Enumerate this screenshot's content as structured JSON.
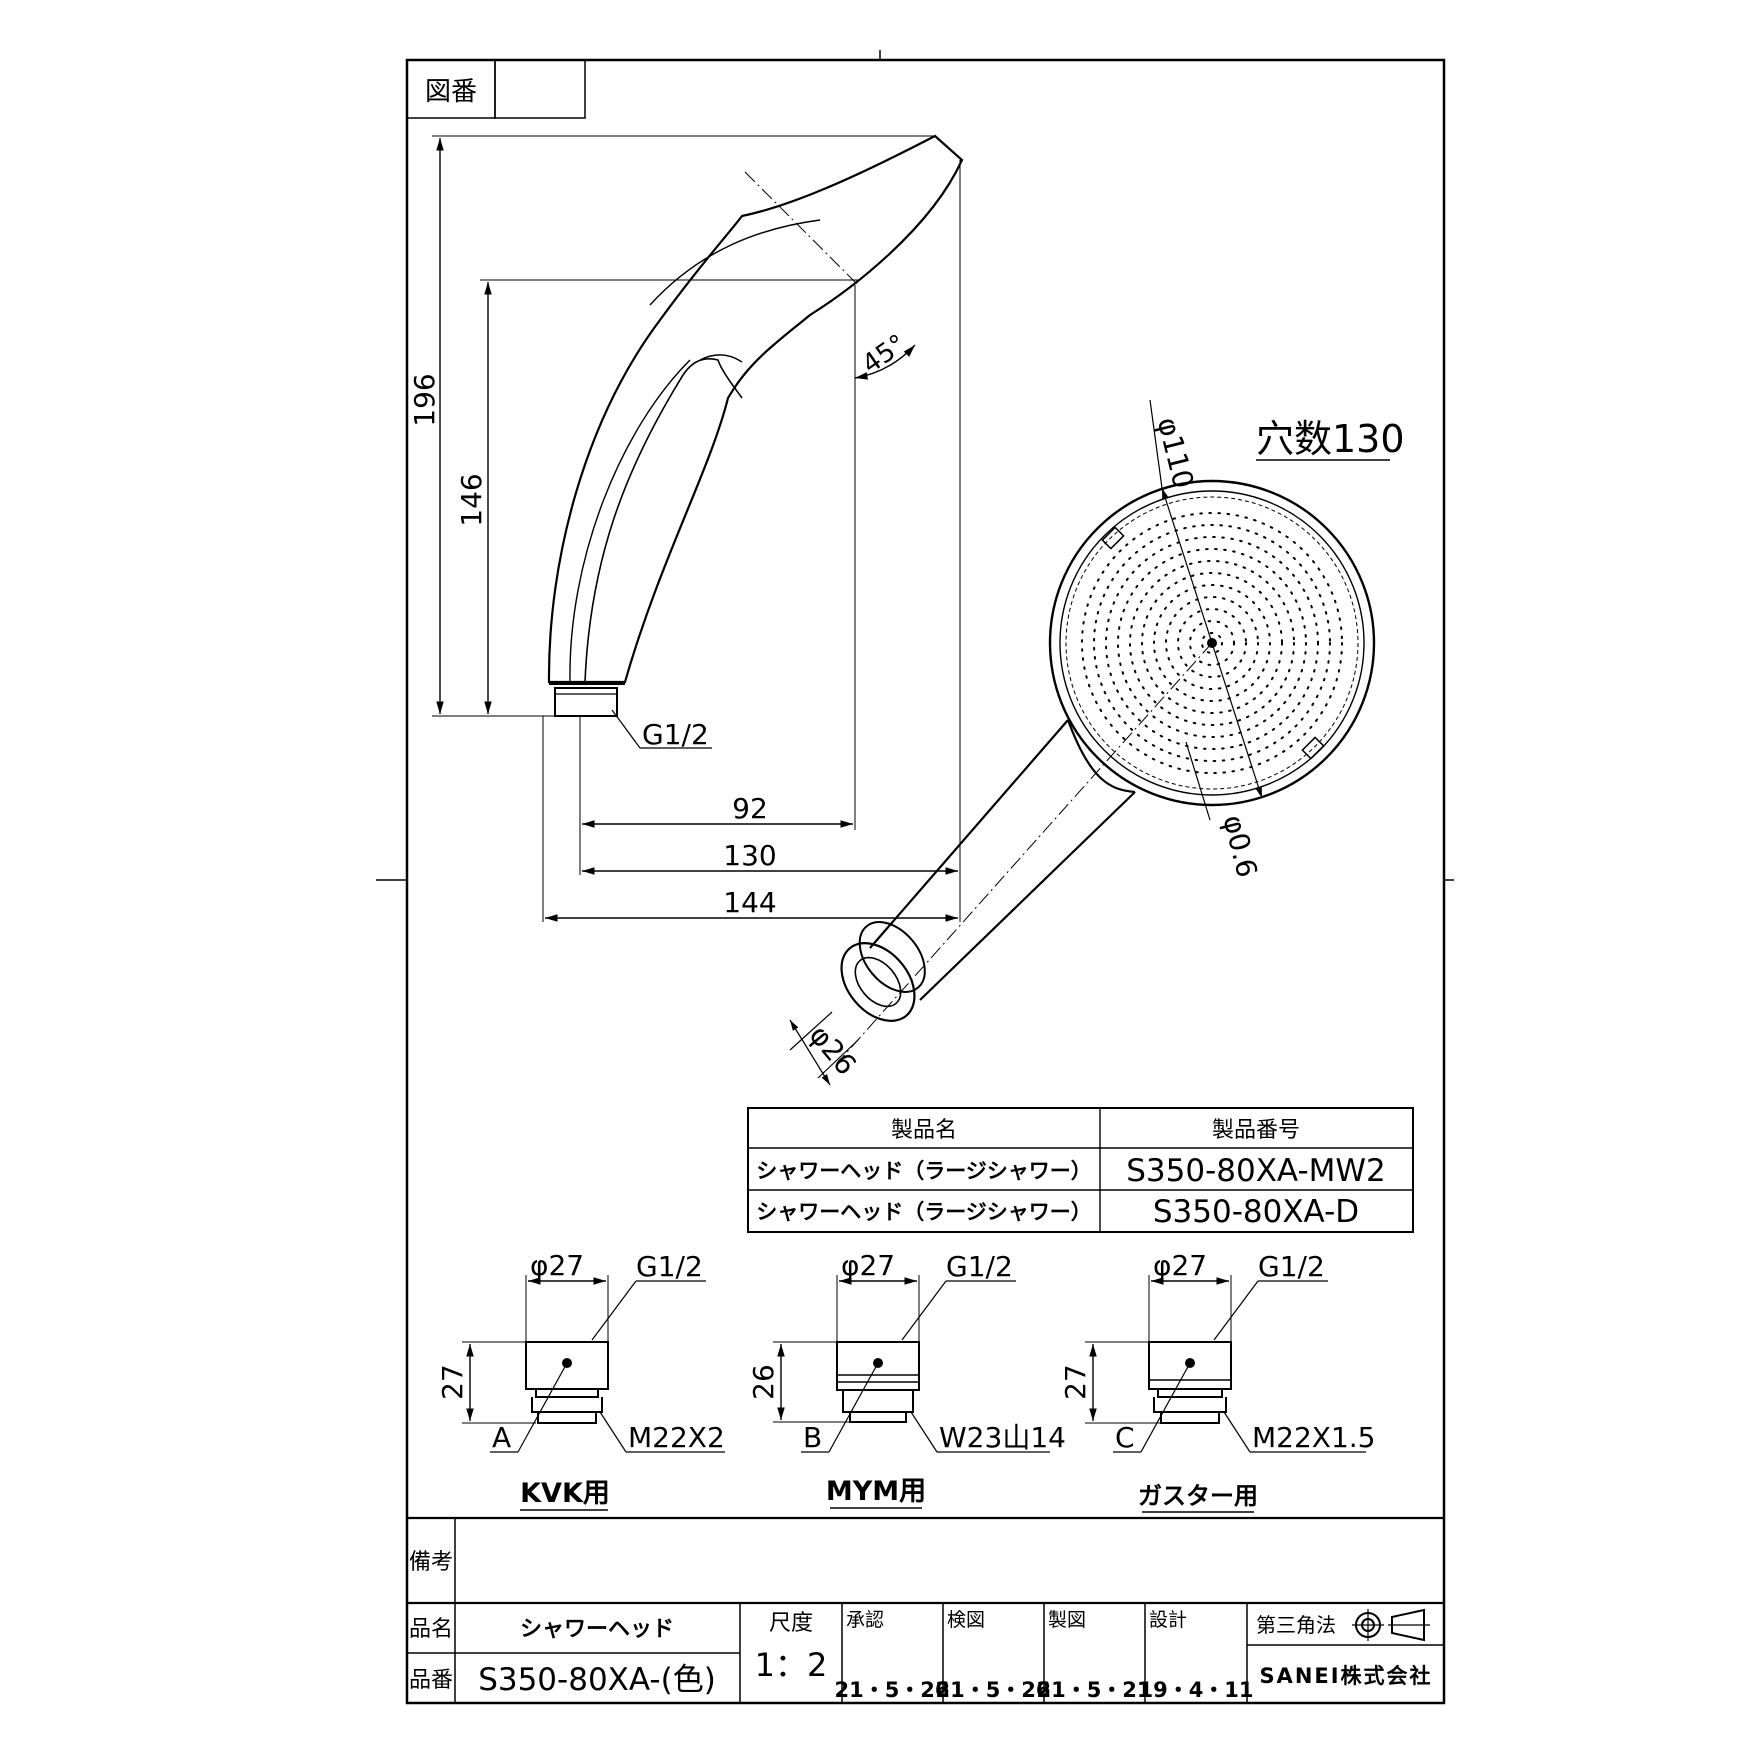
{
  "frame": {
    "zuban_label": "図番",
    "zuban_value": ""
  },
  "side_view": {
    "dim_height_total": "196",
    "dim_height_inner": "146",
    "dim_angle": "45°",
    "thread_label": "G1/2",
    "dim_width_92": "92",
    "dim_width_130": "130",
    "dim_width_144": "144"
  },
  "front_view": {
    "dim_face_dia": "φ110",
    "hole_count": "穴数130",
    "hole_dia": "φ0.6",
    "inlet_dia": "φ26"
  },
  "product_table": {
    "header_name": "製品名",
    "header_number": "製品番号",
    "rows": [
      {
        "name": "シャワーヘッド（ラージシャワー）",
        "number": "S350-80XA-MW2"
      },
      {
        "name": "シャワーヘッド（ラージシャワー）",
        "number": "S350-80XA-D"
      }
    ]
  },
  "adapters": [
    {
      "dia": "φ27",
      "thread_top": "G1/2",
      "height": "27",
      "letter": "A",
      "thread_bottom": "M22X2",
      "label": "KVK用"
    },
    {
      "dia": "φ27",
      "thread_top": "G1/2",
      "height": "26",
      "letter": "B",
      "thread_bottom": "W23山14",
      "label": "MYM用"
    },
    {
      "dia": "φ27",
      "thread_top": "G1/2",
      "height": "27",
      "letter": "C",
      "thread_bottom": "M22X1.5",
      "label": "ガスター用"
    }
  ],
  "title_block": {
    "bikou_label": "備考",
    "bikou_value": "",
    "hinmei_label": "品名",
    "hinmei_value": "シャワーヘッド",
    "hinban_label": "品番",
    "hinban_value": "S350-80XA-(色)",
    "scale_label": "尺度",
    "scale_value": "1：2",
    "approval_label": "承認",
    "approval_date": "21・5・26",
    "check_label": "検図",
    "check_date": "21・5・26",
    "draw_label": "製図",
    "draw_date": "21・5・21",
    "design_label": "設計",
    "design_date": "19・4・11",
    "projection_label": "第三角法",
    "company": "SANEI株式会社"
  }
}
